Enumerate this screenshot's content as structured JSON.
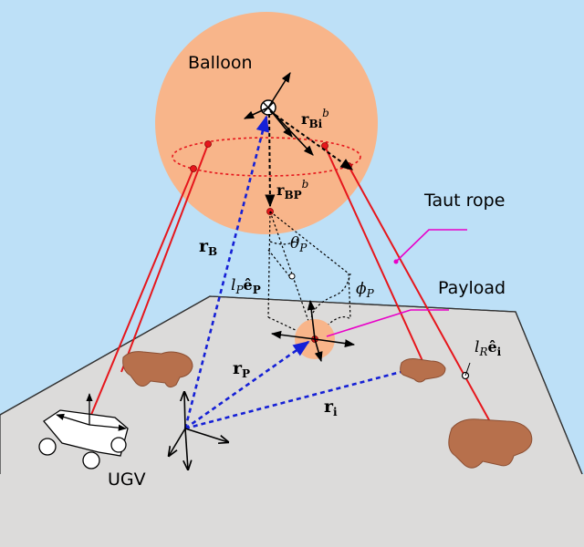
{
  "labels": {
    "balloon": "Balloon",
    "taut_rope": "Taut rope",
    "payload": "Payload",
    "ugv": "UGV"
  },
  "math": {
    "r_b": {
      "base": "r",
      "sub": "B"
    },
    "r_bi": {
      "base": "r",
      "sub": "Bi",
      "sup": "b"
    },
    "r_bp": {
      "base": "r",
      "sub": "BP",
      "sup": "b"
    },
    "theta_p": {
      "base": "θ",
      "sub": "P"
    },
    "phi_p": {
      "base": "ϕ",
      "sub": "P"
    },
    "lp_ep": {
      "base": "l",
      "sub": "P",
      "vec": "ê",
      "vec_sub": "P"
    },
    "r_p": {
      "base": "r",
      "sub": "P"
    },
    "r_i": {
      "base": "r",
      "sub": "i"
    },
    "lr_ei": {
      "base": "l",
      "sub": "R",
      "vec": "ê",
      "vec_sub": "i"
    }
  },
  "colors": {
    "sky": "#bde0f7",
    "ground": "#dcdbda",
    "balloon": "#f8b58a",
    "rope": "#e6161c",
    "position_vector": "#1520d6",
    "callout": "#e800c8",
    "ugv_far": "#b7704c",
    "ugv_near": "#e0956d"
  },
  "icons": [
    "balloon-frame-icon",
    "ugv-robot-icon",
    "payload-ball-icon",
    "world-frame-icon"
  ]
}
